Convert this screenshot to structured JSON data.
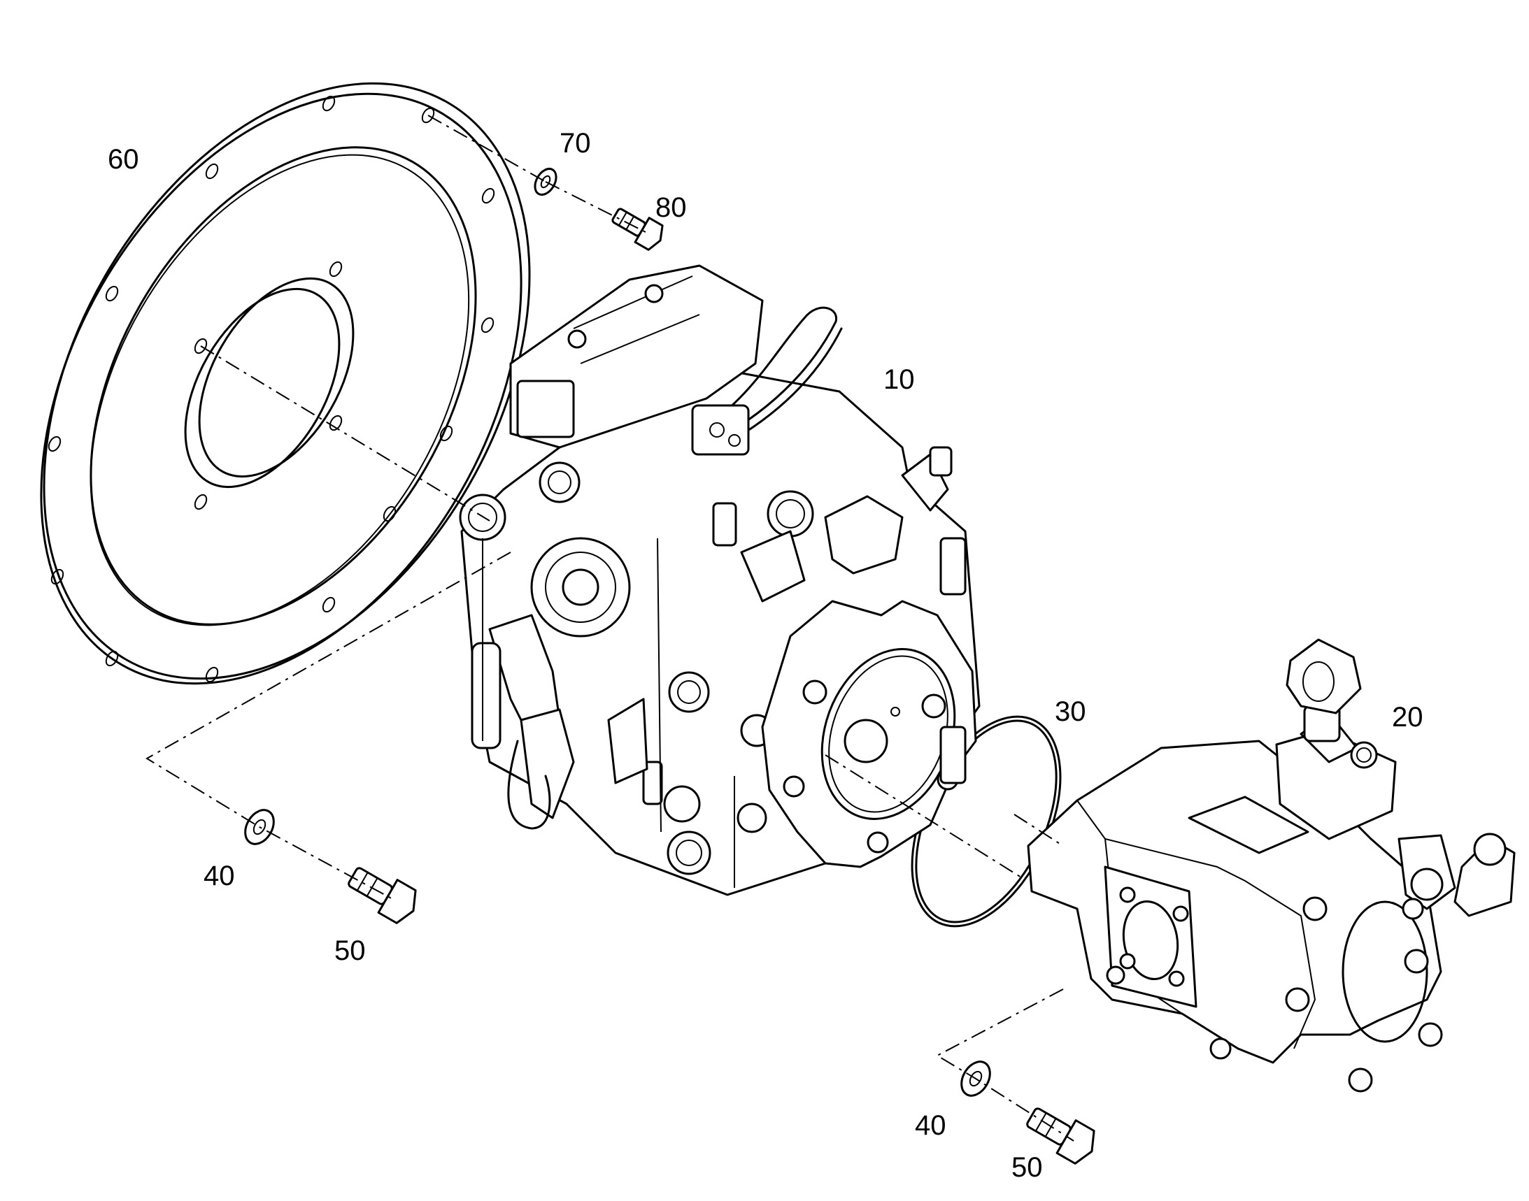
{
  "diagram": {
    "type": "exploded-parts-diagram",
    "line_color": "#000000",
    "background_color": "#ffffff",
    "callouts": {
      "c10": "10",
      "c20": "20",
      "c30": "30",
      "c40_left": "40",
      "c40_right": "40",
      "c50_left": "50",
      "c50_right": "50",
      "c60": "60",
      "c70": "70",
      "c80": "80"
    }
  }
}
